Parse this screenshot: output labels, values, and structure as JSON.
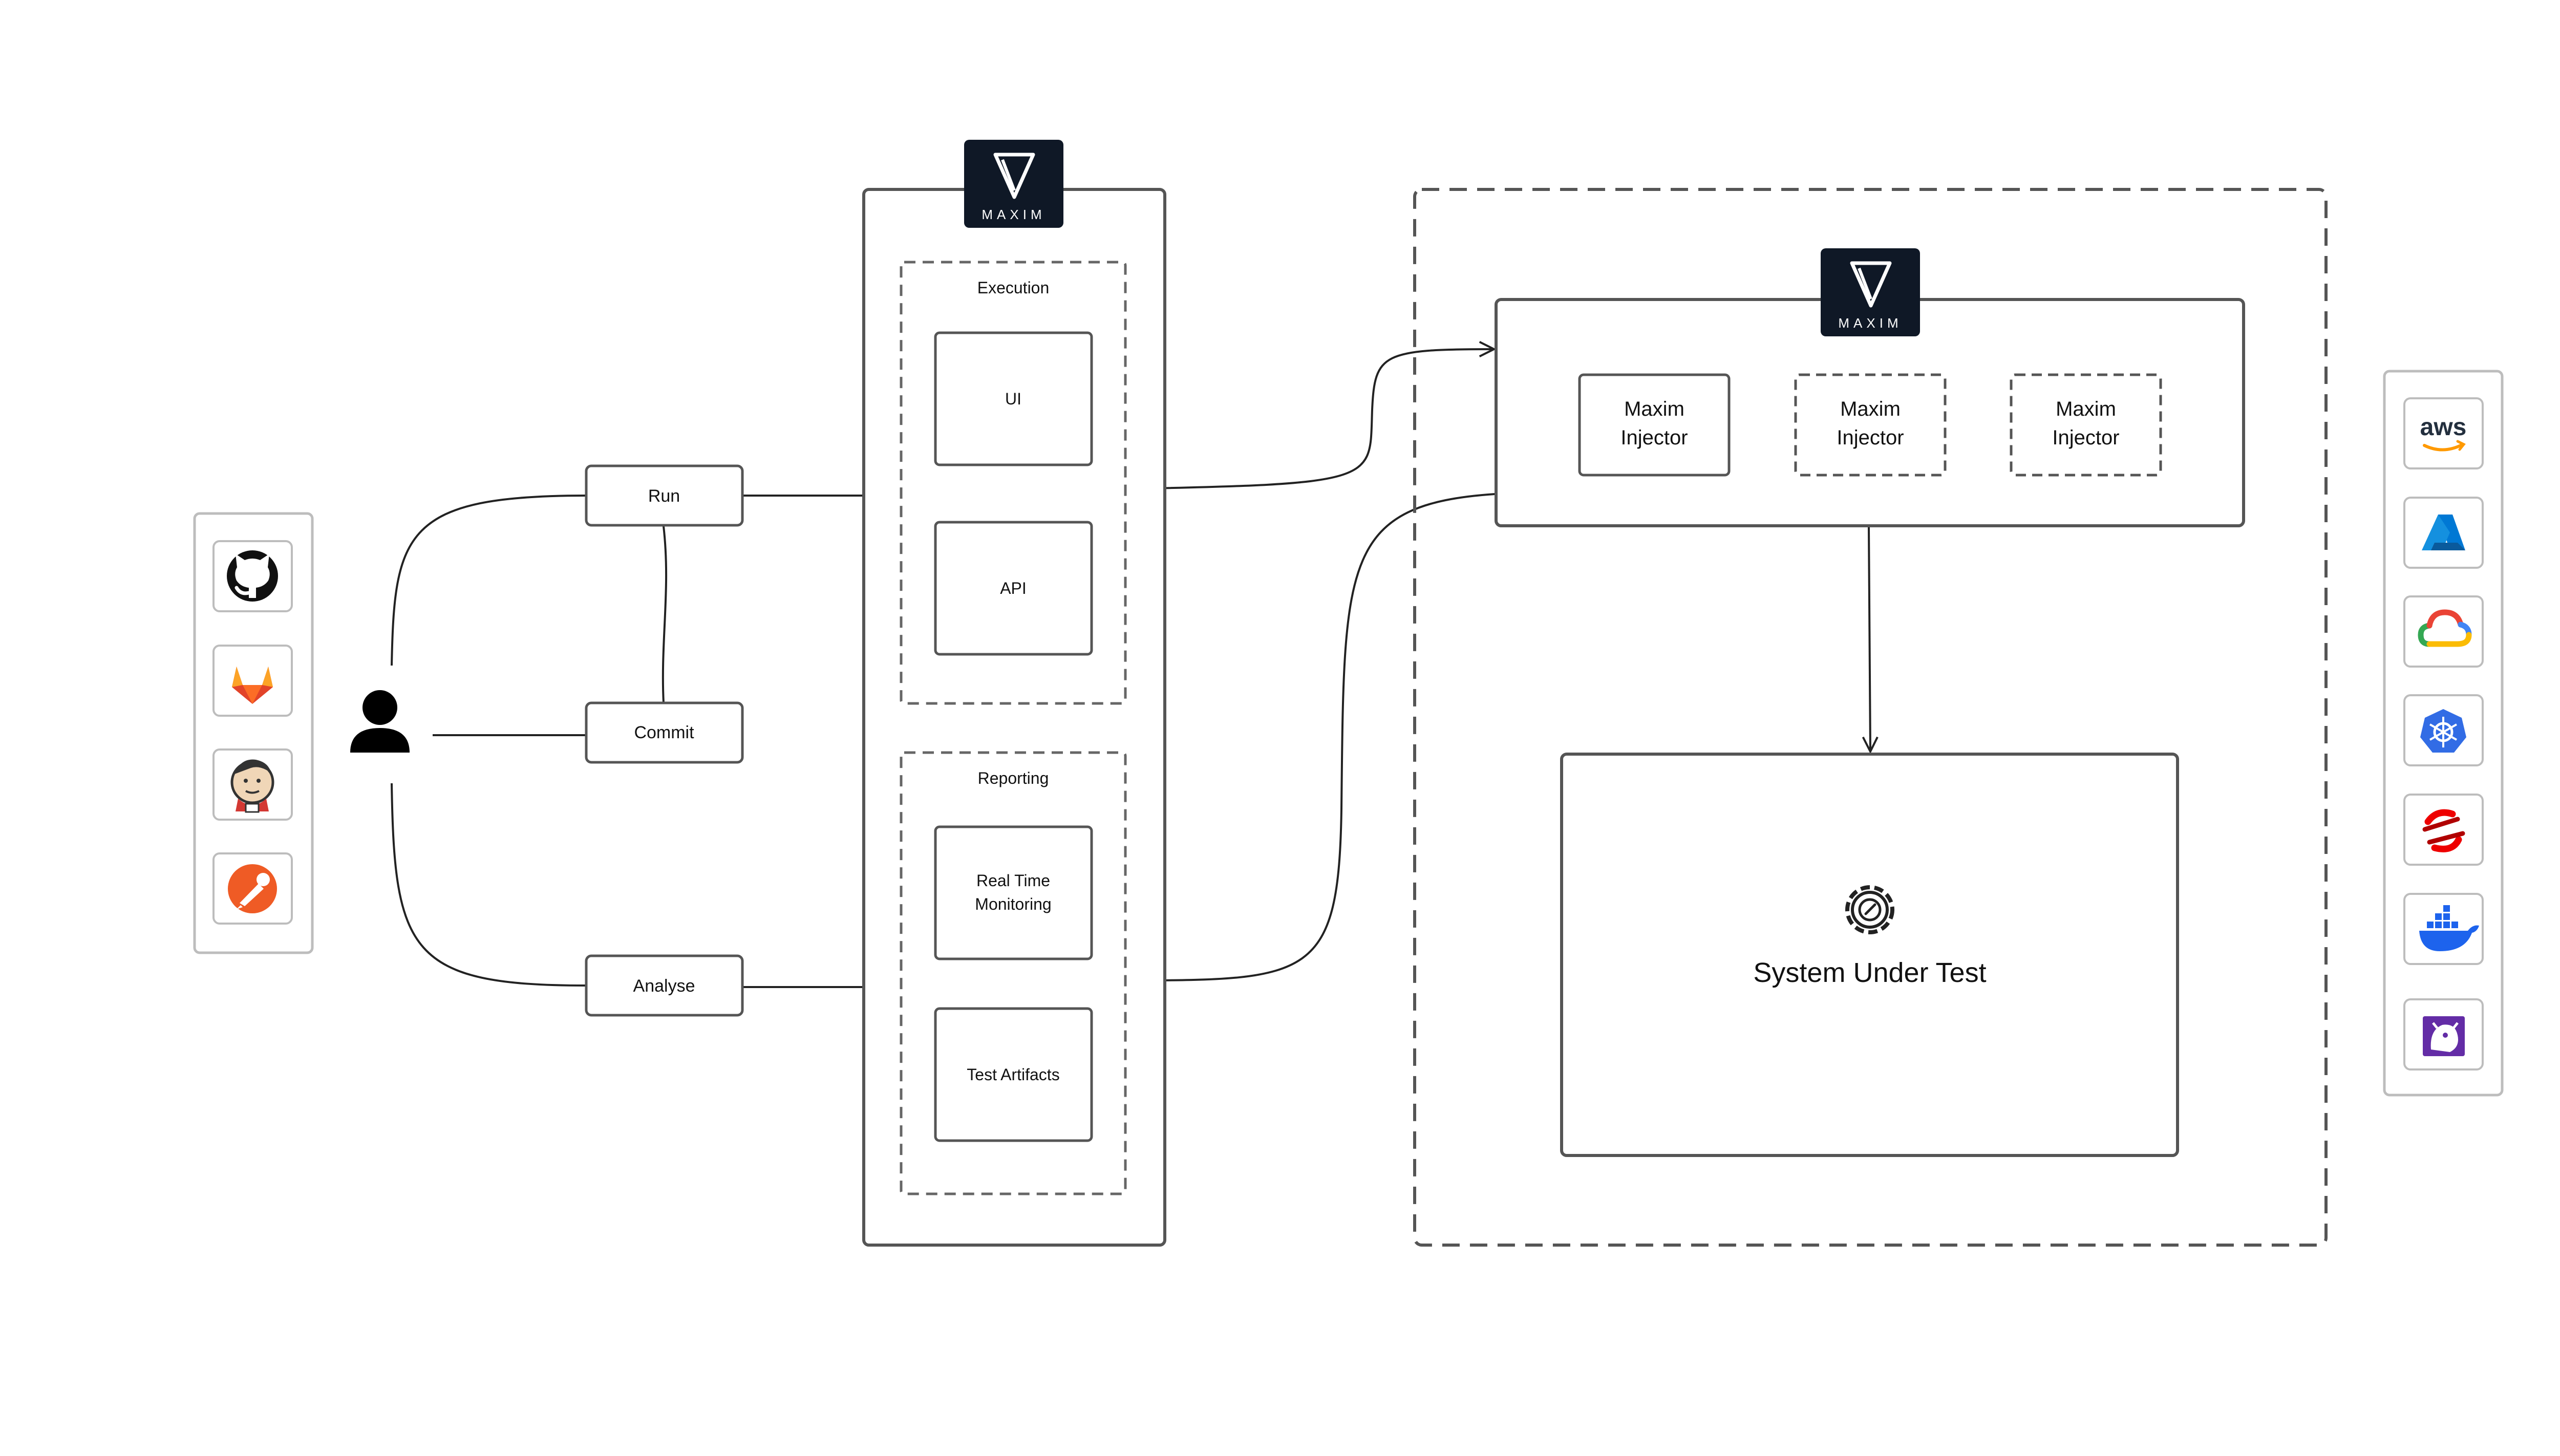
{
  "left_tools": [
    {
      "icon": "github-icon",
      "color": "#111111"
    },
    {
      "icon": "gitlab-icon",
      "color": "#e24329"
    },
    {
      "icon": "jenkins-icon",
      "color": "#d33833"
    },
    {
      "icon": "postman-icon",
      "color": "#ef5b25"
    }
  ],
  "user": {
    "icon": "user-icon"
  },
  "actions": {
    "run": "Run",
    "commit": "Commit",
    "analyse": "Analyse"
  },
  "maxim_logo_text": "MAXIM",
  "platform": {
    "execution": {
      "title": "Execution",
      "items": [
        "UI",
        "API"
      ]
    },
    "reporting": {
      "title": "Reporting",
      "items": [
        "Real Time\nMonitoring",
        "Test Artifacts"
      ]
    }
  },
  "injectors": [
    {
      "label": "Maxim\nInjector",
      "style": "solid"
    },
    {
      "label": "Maxim\nInjector",
      "style": "dashed"
    },
    {
      "label": "Maxim\nInjector",
      "style": "dashed"
    }
  ],
  "system_under_test": {
    "label": "System Under Test",
    "icon": "gear-icon"
  },
  "right_platforms": [
    {
      "icon": "aws-icon",
      "text": "aws",
      "color": "#232f3e"
    },
    {
      "icon": "azure-icon",
      "color": "#0078d4"
    },
    {
      "icon": "google-cloud-icon",
      "color": "#4285f4"
    },
    {
      "icon": "kubernetes-icon",
      "color": "#326ce5"
    },
    {
      "icon": "openshift-icon",
      "color": "#ee0000"
    },
    {
      "icon": "docker-icon",
      "color": "#1d63ed"
    },
    {
      "icon": "datadog-icon",
      "color": "#632ca6"
    }
  ],
  "colors": {
    "stroke": "#555555",
    "logo_bg": "#0f1826"
  }
}
